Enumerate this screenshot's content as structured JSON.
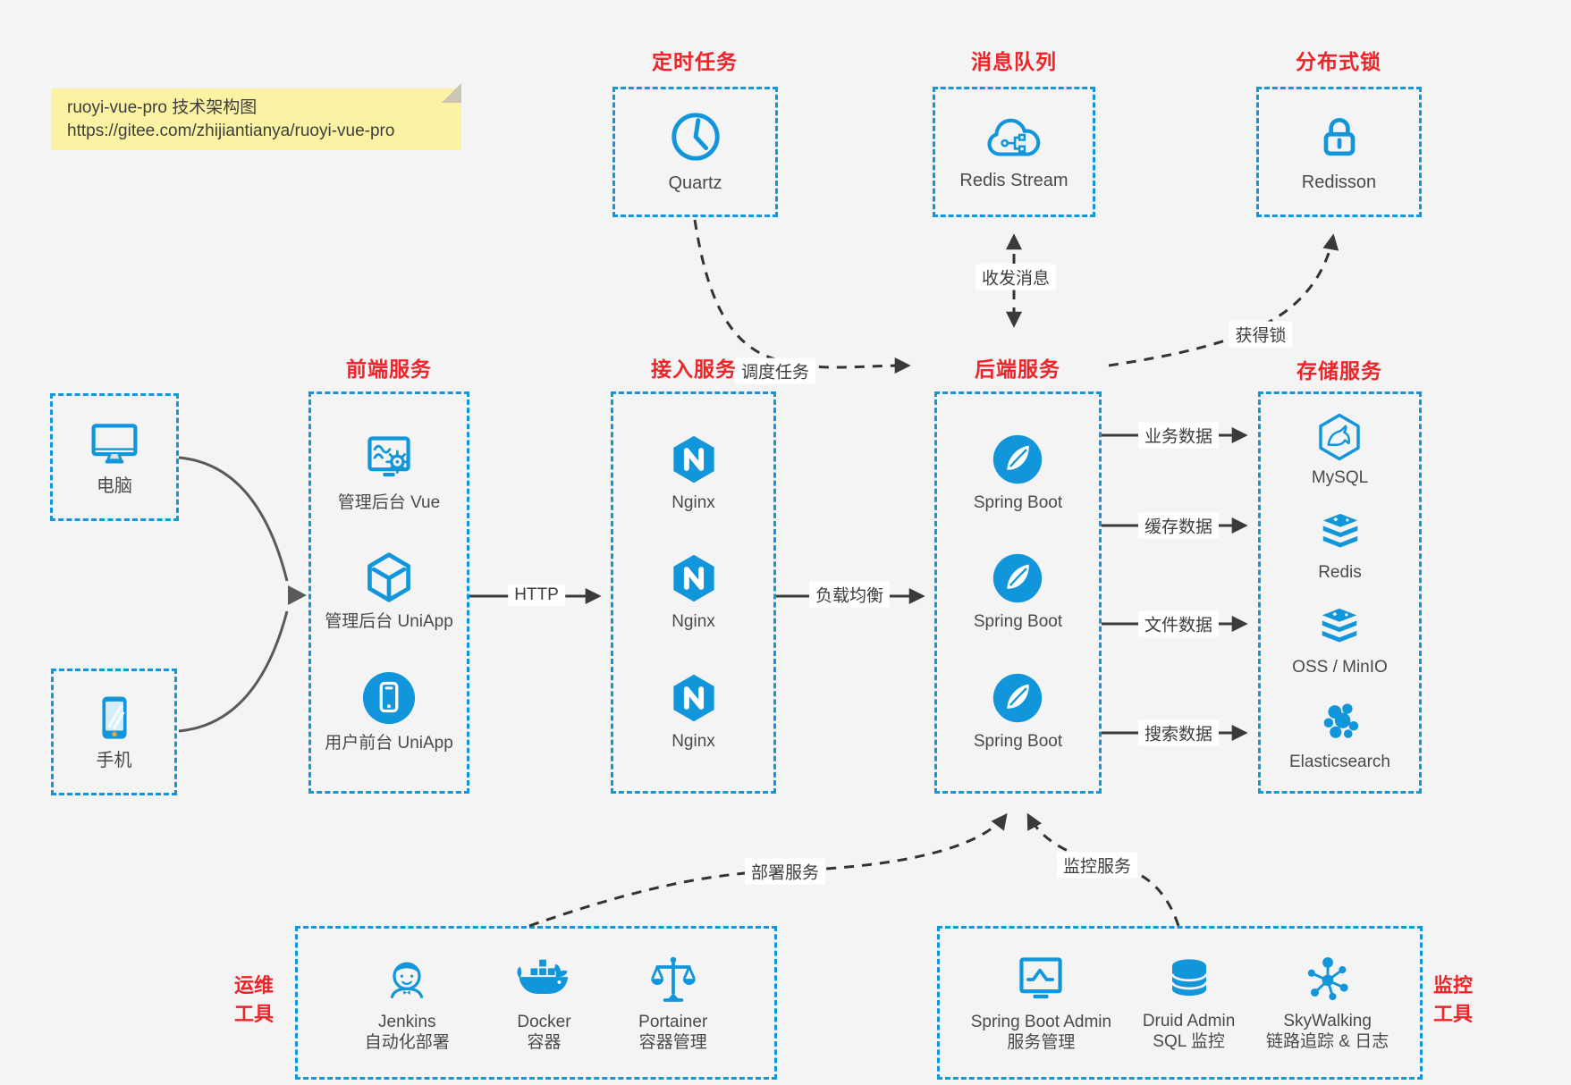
{
  "colors": {
    "accent_blue": "#1296db",
    "accent_red": "#ee2429",
    "canvas_bg": "#f4f4f5",
    "note_bg": "#fbf2a4",
    "arrow_dark": "#3a3a3a"
  },
  "note": {
    "line1": "ruoyi-vue-pro 技术架构图",
    "line2": "https://gitee.com/zhijiantianya/ruoyi-vue-pro"
  },
  "top_groups": [
    {
      "title": "定时任务",
      "icon": "clock-icon",
      "label": "Quartz"
    },
    {
      "title": "消息队列",
      "icon": "cloud-stream-icon",
      "label": "Redis Stream"
    },
    {
      "title": "分布式锁",
      "icon": "lock-icon",
      "label": "Redisson"
    }
  ],
  "clients": [
    {
      "icon": "desktop-icon",
      "label": "电脑"
    },
    {
      "icon": "phone-icon",
      "label": "手机"
    }
  ],
  "columns": [
    {
      "title": "前端服务",
      "items": [
        {
          "icon": "admin-vue-icon",
          "label": "管理后台 Vue"
        },
        {
          "icon": "uniapp-cube-icon",
          "label": "管理后台 UniApp"
        },
        {
          "icon": "user-app-icon",
          "label": "用户前台 UniApp"
        }
      ]
    },
    {
      "title": "接入服务",
      "items": [
        {
          "icon": "nginx-icon",
          "label": "Nginx"
        },
        {
          "icon": "nginx-icon",
          "label": "Nginx"
        },
        {
          "icon": "nginx-icon",
          "label": "Nginx"
        }
      ]
    },
    {
      "title": "后端服务",
      "items": [
        {
          "icon": "spring-boot-icon",
          "label": "Spring Boot"
        },
        {
          "icon": "spring-boot-icon",
          "label": "Spring Boot"
        },
        {
          "icon": "spring-boot-icon",
          "label": "Spring Boot"
        }
      ]
    },
    {
      "title": "存储服务",
      "items": [
        {
          "icon": "mysql-icon",
          "label": "MySQL"
        },
        {
          "icon": "redis-icon",
          "label": "Redis"
        },
        {
          "icon": "oss-icon",
          "label": "OSS / MinIO"
        },
        {
          "icon": "elasticsearch-icon",
          "label": "Elasticsearch"
        }
      ]
    }
  ],
  "edges": {
    "http": "HTTP",
    "load_balance": "负载均衡",
    "schedule": "调度任务",
    "messages": "收发消息",
    "lock": "获得锁",
    "business_data": "业务数据",
    "cache_data": "缓存数据",
    "file_data": "文件数据",
    "search_data": "搜索数据",
    "deploy": "部署服务",
    "monitor": "监控服务"
  },
  "bottom_groups": [
    {
      "side_label_line1": "运维",
      "side_label_line2": "工具",
      "items": [
        {
          "icon": "jenkins-icon",
          "name": "Jenkins",
          "desc": "自动化部署"
        },
        {
          "icon": "docker-icon",
          "name": "Docker",
          "desc": "容器"
        },
        {
          "icon": "portainer-icon",
          "name": "Portainer",
          "desc": "容器管理"
        }
      ]
    },
    {
      "side_label_line1": "监控",
      "side_label_line2": "工具",
      "items": [
        {
          "icon": "spring-boot-admin-icon",
          "name": "Spring Boot Admin",
          "desc": "服务管理"
        },
        {
          "icon": "druid-icon",
          "name": "Druid Admin",
          "desc": "SQL 监控"
        },
        {
          "icon": "skywalking-icon",
          "name": "SkyWalking",
          "desc": "链路追踪 & 日志"
        }
      ]
    }
  ]
}
